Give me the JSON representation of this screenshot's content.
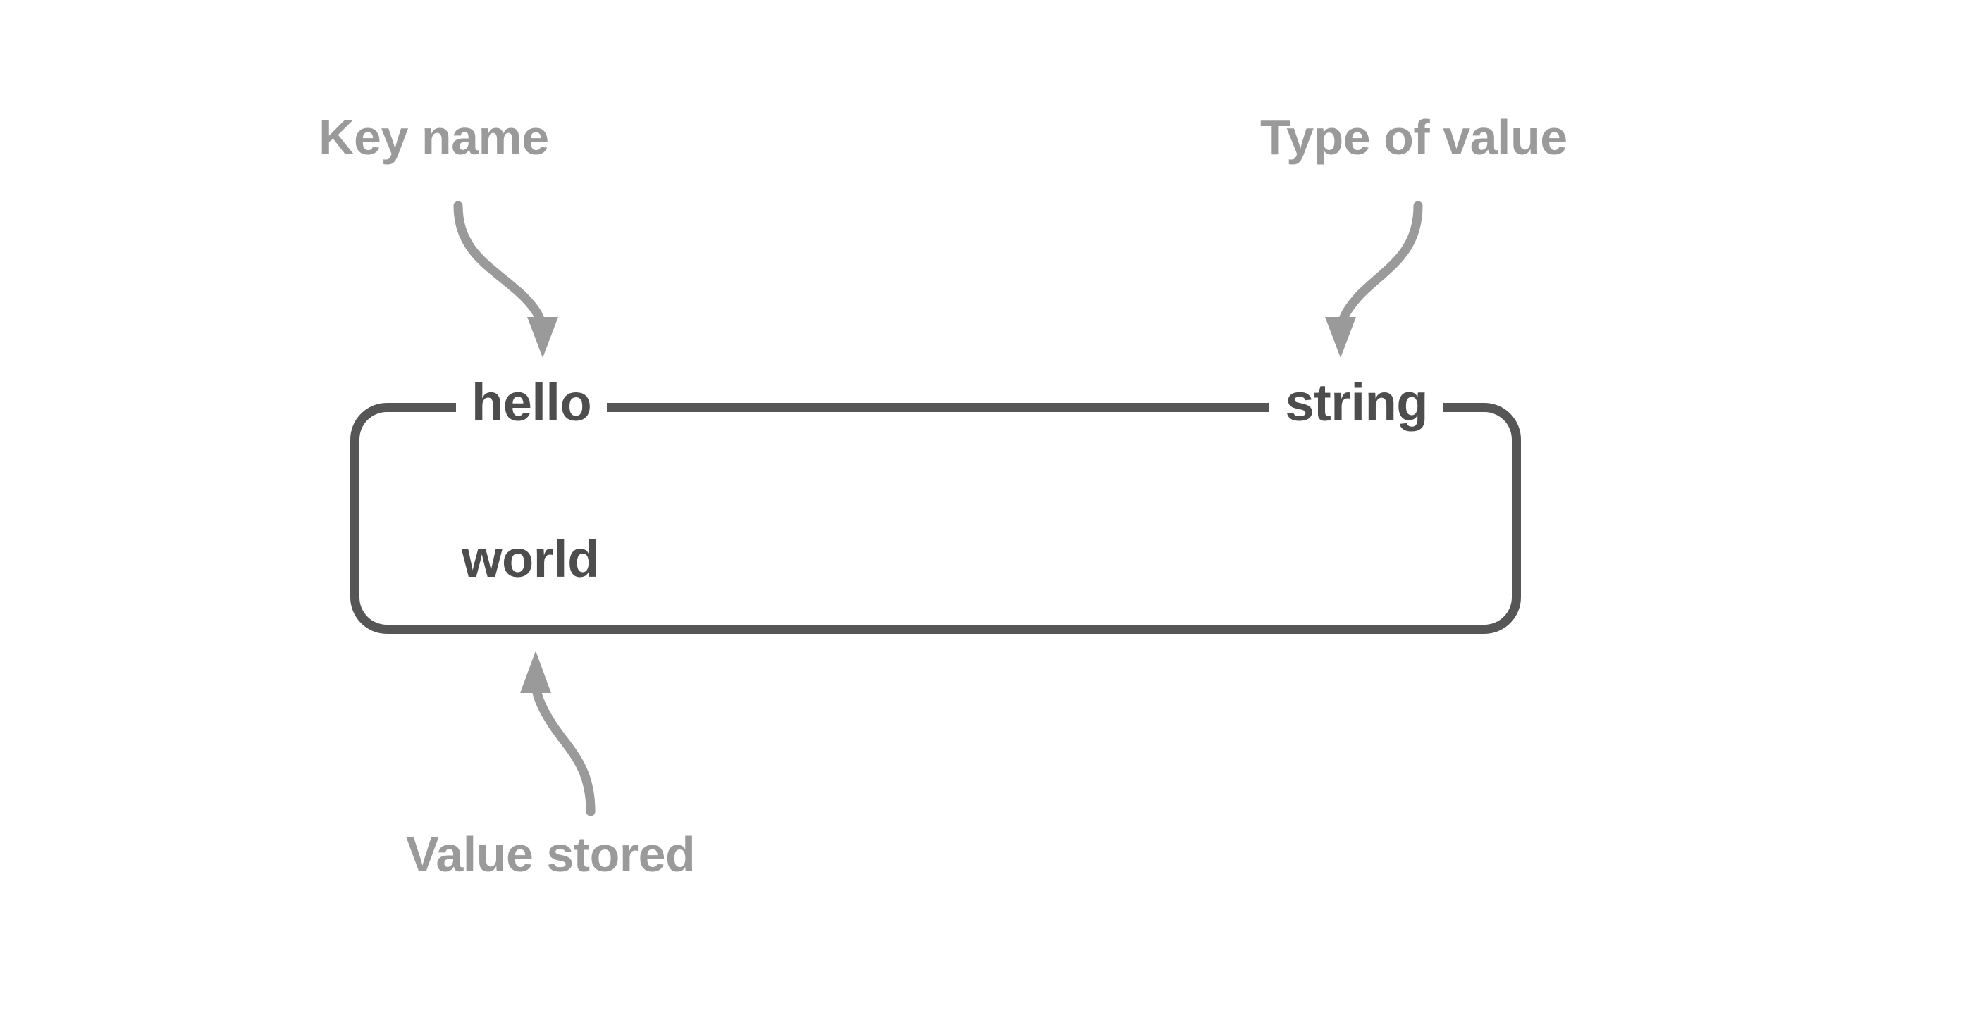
{
  "diagram": {
    "title_alt": "Redis key-value entry anatomy",
    "background_color": "#ffffff",
    "annotation_color": "#9a9a9a",
    "entry_color": "#565656",
    "text_color": "#4d4d4d"
  },
  "annotations": [
    {
      "id": "key-name",
      "label": "Key name",
      "points_to": "key",
      "arrow": "curved-down-right-arrow"
    },
    {
      "id": "type-of-value",
      "label": "Type of value",
      "points_to": "type",
      "arrow": "curved-down-left-arrow"
    },
    {
      "id": "value-stored",
      "label": "Value stored",
      "points_to": "value",
      "arrow": "curved-up-arrow"
    }
  ],
  "entry": {
    "key": "hello",
    "type": "string",
    "value": "world"
  }
}
